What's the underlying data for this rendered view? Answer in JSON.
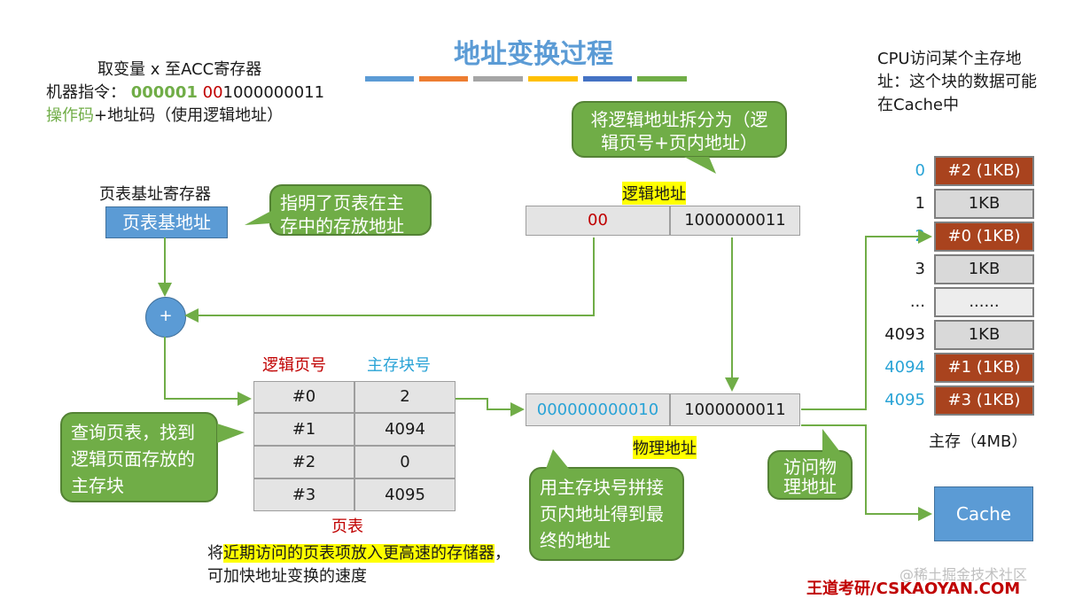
{
  "title": "地址变换过程",
  "accent_colors": [
    "#5b9bd5",
    "#ed7d31",
    "#a5a5a5",
    "#ffc000",
    "#4472c4",
    "#70ad47"
  ],
  "instruction": {
    "line1": "取变量 x 至ACC寄存器",
    "line2_prefix": "机器指令：",
    "opcode": "000001",
    "addr_red": "00",
    "addr_rest": "1000000011",
    "line3_green": "操作码",
    "line3_rest": "+地址码（使用逻辑地址）"
  },
  "cpu_note": "CPU访问某个主存地址：这个块的数据可能在Cache中",
  "page_table_base": {
    "label": "页表基址寄存器",
    "value": "页表基地址"
  },
  "callouts": {
    "pt_location": "指明了页表在主存中的存放地址",
    "split": "将逻辑地址拆分为（逻辑页号+页内地址）",
    "lookup": "查询页表，找到逻辑页面存放的主存块",
    "concat": "用主存块号拼接页内地址得到最终的地址",
    "access": "访问物理地址"
  },
  "adder_symbol": "+",
  "logical_address": {
    "label": "逻辑地址",
    "page": "00",
    "offset": "1000000011"
  },
  "physical_address": {
    "label": "物理地址",
    "block": "000000000010",
    "offset": "1000000011"
  },
  "page_table": {
    "caption": "页表",
    "headers": [
      "逻辑页号",
      "主存块号"
    ],
    "rows": [
      [
        "#0",
        "2"
      ],
      [
        "#1",
        "4094"
      ],
      [
        "#2",
        "0"
      ],
      [
        "#3",
        "4095"
      ]
    ]
  },
  "note": {
    "prefix": "将",
    "hl1": "近期访问的页表项放入更高速的",
    "hl2": "存储器",
    "rest": "，可加快地址变换的速度"
  },
  "memory": {
    "caption": "主存（4MB）",
    "rows": [
      {
        "label": "0",
        "value": "#2 (1KB)",
        "highlight": true
      },
      {
        "label": "1",
        "value": "1KB",
        "highlight": false
      },
      {
        "label": "2",
        "value": "#0 (1KB)",
        "highlight": true
      },
      {
        "label": "3",
        "value": "1KB",
        "highlight": false
      },
      {
        "label": "...",
        "value": "......",
        "highlight": false
      },
      {
        "label": "4093",
        "value": "1KB",
        "highlight": false
      },
      {
        "label": "4094",
        "value": "#1 (1KB)",
        "highlight": true
      },
      {
        "label": "4095",
        "value": "#3 (1KB)",
        "highlight": true
      }
    ]
  },
  "cache_label": "Cache",
  "watermark": "@稀土掘金技术社区",
  "brand": "王道考研/CSKAOYAN.COM"
}
